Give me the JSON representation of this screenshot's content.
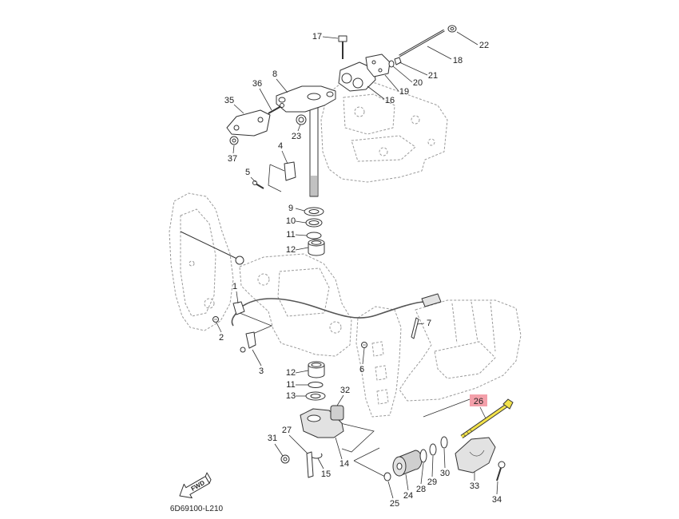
{
  "callouts": [
    "17",
    "22",
    "18",
    "21",
    "20",
    "19",
    "16",
    "8",
    "36",
    "35",
    "23",
    "37",
    "4",
    "5",
    "9",
    "10",
    "11",
    "12",
    "1",
    "2",
    "3",
    "6",
    "7",
    "12",
    "11",
    "13",
    "32",
    "27",
    "31",
    "14",
    "15",
    "30",
    "29",
    "28",
    "24",
    "25",
    "33",
    "34"
  ],
  "highlighted_callout": "26",
  "fwd_label": "FWD",
  "drawing_code": "6D69100-L210",
  "colors": {
    "highlight_box": "#f4a0aa",
    "highlighted_part": "#f2e24a",
    "line": "#333333",
    "hidden_line": "#9a9a9a"
  }
}
